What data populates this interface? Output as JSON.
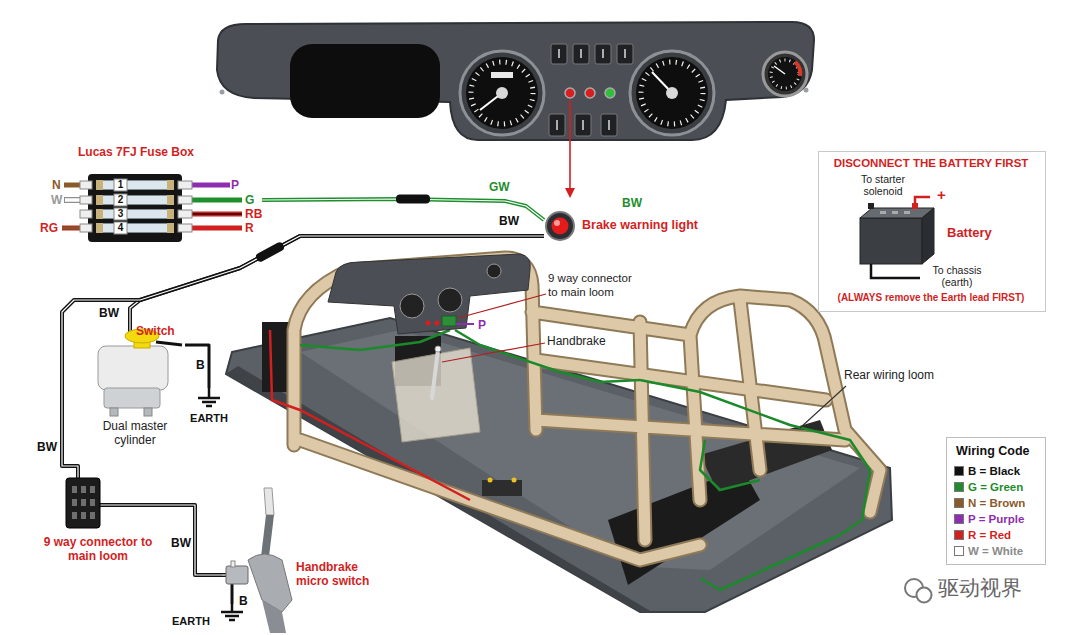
{
  "diagram": {
    "nodes": [
      {
        "text": [
          "Lucas 7FJ Fuse Box"
        ]
      },
      {
        "text": [
          "Brake warning light"
        ]
      },
      {
        "text": [
          "DISCONNECT THE BATTERY FIRST",
          "To starter solenoid",
          "+",
          "Battery",
          "To chassis (earth)",
          "(ALWAYS remove the Earth lead FIRST)"
        ]
      },
      {
        "text": [
          "Switch",
          "Dual master cylinder"
        ]
      },
      {
        "text": [
          "EARTH"
        ]
      },
      {
        "text": [
          "9 way connector to main loom"
        ]
      },
      {
        "text": [
          "Handbrake micro switch"
        ]
      },
      {
        "text": [
          "EARTH"
        ]
      }
    ],
    "edges": [
      {
        "from": 0,
        "to": 1,
        "label": "GW",
        "arrow": "none"
      },
      {
        "from": 1,
        "to": 3,
        "label": "BW",
        "arrow": "none"
      },
      {
        "from": 1,
        "to": 5,
        "label": "BW",
        "arrow": "none"
      },
      {
        "from": 3,
        "to": 4,
        "label": "B",
        "arrow": "none"
      },
      {
        "from": 5,
        "to": 6,
        "label": "BW",
        "arrow": "none"
      },
      {
        "from": 6,
        "to": 7,
        "label": "B",
        "arrow": "none"
      }
    ],
    "labels": [
      "1",
      "2",
      "3",
      "4",
      "N",
      "W",
      "RG",
      "P",
      "G",
      "RB",
      "R",
      "BW",
      "BW",
      "9 way connector to main loom",
      "P",
      "Handbrake",
      "Rear wiring loom",
      "Wiring Code",
      "驱动视界"
    ],
    "legend": [
      {
        "text": "B = Black",
        "color": "#111111"
      },
      {
        "text": "G = Green",
        "color": "#1e8c2e"
      },
      {
        "text": "N = Brown",
        "color": "#8b5a2b"
      },
      {
        "text": "P = Purple",
        "color": "#8e2db0"
      },
      {
        "text": "R = Red",
        "color": "#d21f1f"
      },
      {
        "text": "W = White",
        "color": "#ffffff"
      }
    ]
  }
}
